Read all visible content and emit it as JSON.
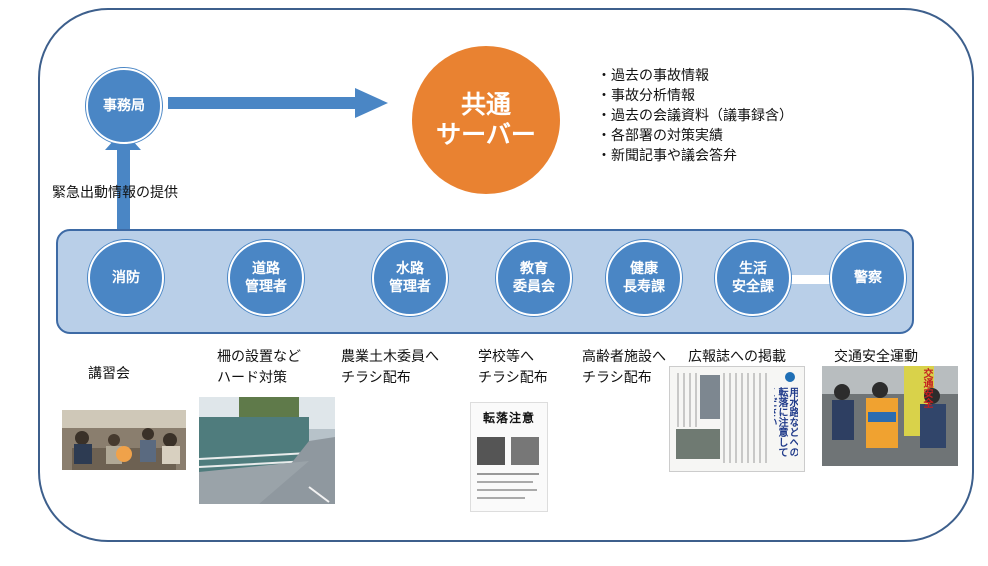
{
  "server": {
    "label": "共通\nサーバー"
  },
  "server_contents": [
    "・過去の事故情報",
    "・事故分析情報",
    "・過去の会議資料（議事録含）",
    "・各部署の対策実績",
    "・新聞記事や議会答弁"
  ],
  "office": {
    "label": "事務局"
  },
  "provide_label": "緊急出動情報の提供",
  "departments": [
    {
      "label": "消防",
      "activity": "講習会"
    },
    {
      "label": "道路\n管理者",
      "activity": "柵の設置など\nハード対策"
    },
    {
      "label": "水路\n管理者",
      "activity": "農業土木委員へ\nチラシ配布"
    },
    {
      "label": "教育\n委員会",
      "activity": "学校等へ\nチラシ配布"
    },
    {
      "label": "健康\n長寿課",
      "activity": "高齢者施設へ\nチラシ配布"
    },
    {
      "label": "生活\n安全課",
      "activity": "広報誌への掲載"
    },
    {
      "label": "警察",
      "activity": "交通安全運動"
    }
  ],
  "flyer_text": "転落注意",
  "bulletin_text": "用水路などへの転落に注意してください",
  "vest_text": "交通安全",
  "colors": {
    "node_blue": "#4a86c5",
    "server_orange": "#e98231",
    "arrow_blue": "#4a86c5",
    "band_fill": "#b9cfe8",
    "frame_border": "#3d5f8c"
  }
}
